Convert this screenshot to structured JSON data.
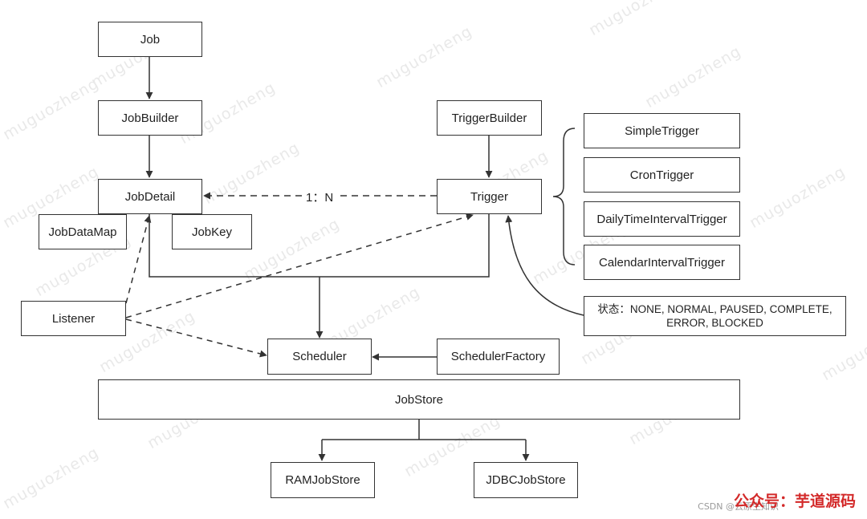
{
  "nodes": {
    "job": "Job",
    "job_builder": "JobBuilder",
    "job_detail": "JobDetail",
    "job_data_map": "JobDataMap",
    "job_key": "JobKey",
    "trigger_builder": "TriggerBuilder",
    "trigger": "Trigger",
    "simple_trigger": "SimpleTrigger",
    "cron_trigger": "CronTrigger",
    "daily_time_interval_trigger": "DailyTimeIntervalTrigger",
    "calendar_interval_trigger": "CalendarIntervalTrigger",
    "listener": "Listener",
    "scheduler": "Scheduler",
    "scheduler_factory": "SchedulerFactory",
    "job_store": "JobStore",
    "ram_job_store": "RAMJobStore",
    "jdbc_job_store": "JDBCJobStore"
  },
  "trigger_states": {
    "line1": "状态：NONE, NORMAL, PAUSED, COMPLETE,",
    "line2": "ERROR, BLOCKED"
  },
  "relations": {
    "trigger_to_jobdetail": "1：N"
  },
  "watermark": "muguozheng",
  "branding": {
    "label": "公众号：芋道源码",
    "overlay": "CSDN @云原生知识"
  },
  "colors": {
    "line": "#333333",
    "watermark": "#e9e9e9",
    "brand": "#d32a2a"
  }
}
